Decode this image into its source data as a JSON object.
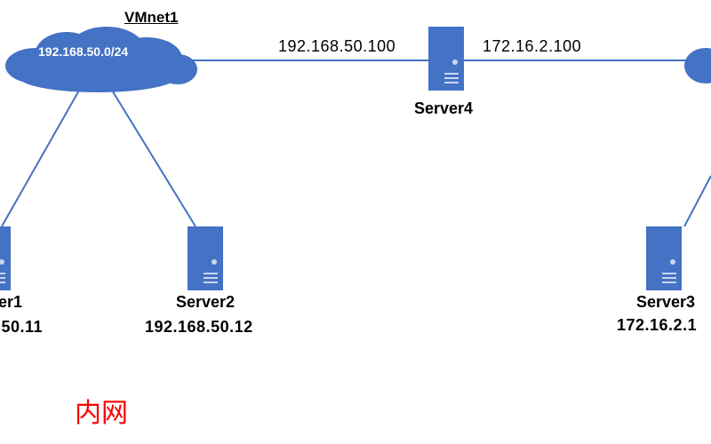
{
  "colors": {
    "accent": "#4472c4",
    "link": "#4472c4",
    "zone_text": "#ff0000"
  },
  "networks": {
    "left": {
      "name": "VMnet1",
      "subnet": "192.168.50.0/24"
    }
  },
  "servers": {
    "server4": {
      "name": "Server4",
      "ip_left": "192.168.50.100",
      "ip_right": "172.16.2.100"
    },
    "server1": {
      "name": "er1",
      "ip": ".50.11"
    },
    "server2": {
      "name": "Server2",
      "ip": "192.168.50.12"
    },
    "server3": {
      "name": "Server3",
      "ip": "172.16.2.1"
    }
  },
  "zones": {
    "internal": "内网"
  }
}
